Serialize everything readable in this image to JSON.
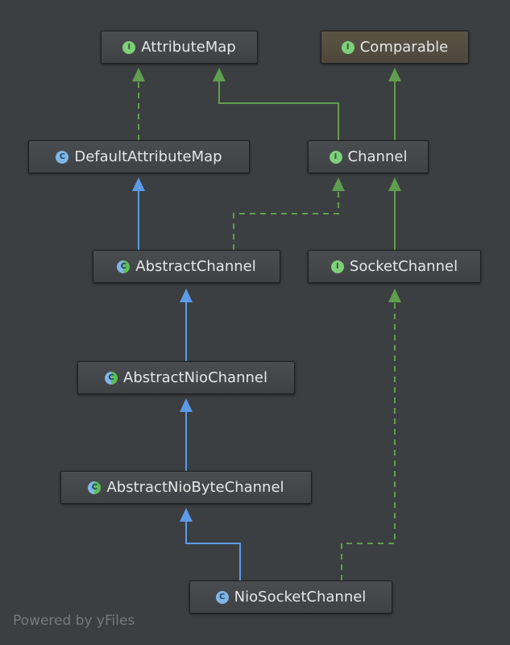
{
  "nodes": {
    "attribute_map": {
      "label": "AttributeMap",
      "badge": "I"
    },
    "comparable": {
      "label": "Comparable",
      "badge": "I"
    },
    "default_attribute_map": {
      "label": "DefaultAttributeMap",
      "badge": "C"
    },
    "channel": {
      "label": "Channel",
      "badge": "I"
    },
    "abstract_channel": {
      "label": "AbstractChannel",
      "badge": "C"
    },
    "socket_channel": {
      "label": "SocketChannel",
      "badge": "I"
    },
    "abstract_nio_channel": {
      "label": "AbstractNioChannel",
      "badge": "C"
    },
    "abstract_nio_byte_channel": {
      "label": "AbstractNioByteChannel",
      "badge": "C"
    },
    "nio_socket_channel": {
      "label": "NioSocketChannel",
      "badge": "C"
    }
  },
  "footer": "Powered by yFiles",
  "colors": {
    "background": "#3c3f41",
    "extends_edge": "#5c9bea",
    "implements_edge": "#5f9e4f",
    "interface_badge": "#7fcf7a",
    "class_badge": "#7fb6e6",
    "final_node": "#5a5445"
  }
}
